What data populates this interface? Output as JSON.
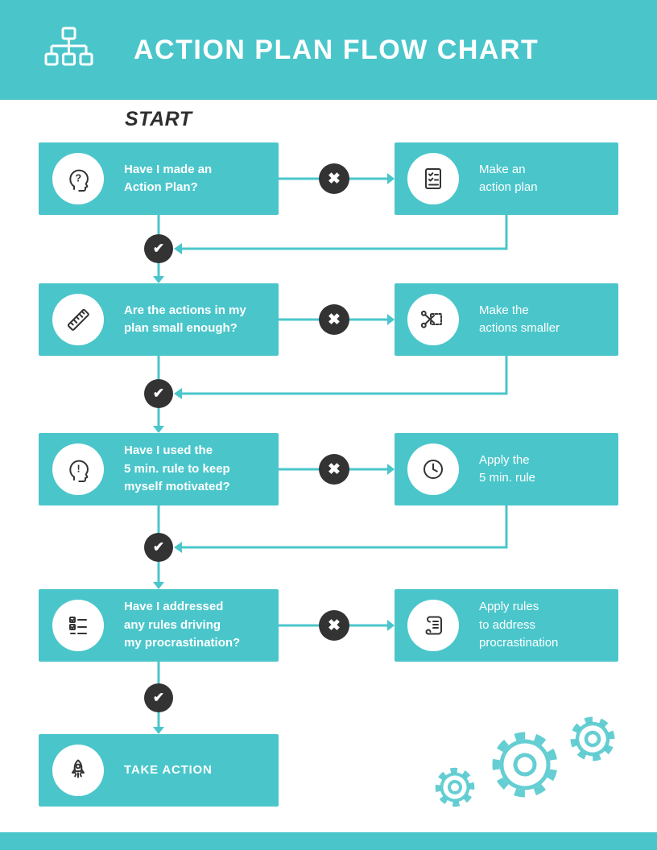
{
  "header": {
    "title": "ACTION PLAN FLOW CHART"
  },
  "start_label": "START",
  "flow": {
    "no_symbol": "✖",
    "yes_symbol": "✔",
    "rows": [
      {
        "question": "Have I made an\nAction Plan?",
        "answer": "Make an\naction plan"
      },
      {
        "question": "Are the actions in my\nplan small enough?",
        "answer": "Make the\nactions smaller"
      },
      {
        "question": "Have I used the\n5 min. rule to keep\nmyself motivated?",
        "answer": "Apply the\n5 min. rule"
      },
      {
        "question": "Have I addressed\nany rules driving\nmy procrastination?",
        "answer": "Apply rules\nto address\nprocrastination"
      }
    ],
    "final_label": "TAKE ACTION"
  },
  "icons": {
    "header": "flowchart-icon",
    "row1_question": "head-question-icon",
    "row1_answer": "checklist-icon",
    "row2_question": "ruler-icon",
    "row2_answer": "scissors-icon",
    "row3_question": "head-exclamation-icon",
    "row3_answer": "clock-icon",
    "row4_question": "rules-checklist-icon",
    "row4_answer": "scroll-icon",
    "final": "rocket-icon",
    "decoration": "gears-icon"
  },
  "colors": {
    "teal": "#4AC6CB",
    "dark": "#333333",
    "text_dark": "#2E2E2E"
  }
}
